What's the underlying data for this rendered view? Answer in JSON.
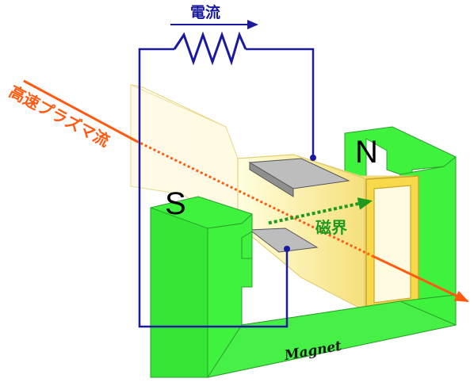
{
  "labels": {
    "current": "電流",
    "plasma_flow": "高速プラズマ流",
    "magnetic_field": "磁界",
    "pole_north": "N",
    "pole_south": "S",
    "magnet": "Magnet"
  },
  "colors": {
    "magnet": "#3ef23e",
    "magnet_dark": "#1ebf1e",
    "channel": "#fff2a6",
    "electrode": "#bdbdbd",
    "wire": "#1a1aa0",
    "plasma_arrow": "#ff5a10",
    "field_arrow": "#1f9a1f"
  }
}
